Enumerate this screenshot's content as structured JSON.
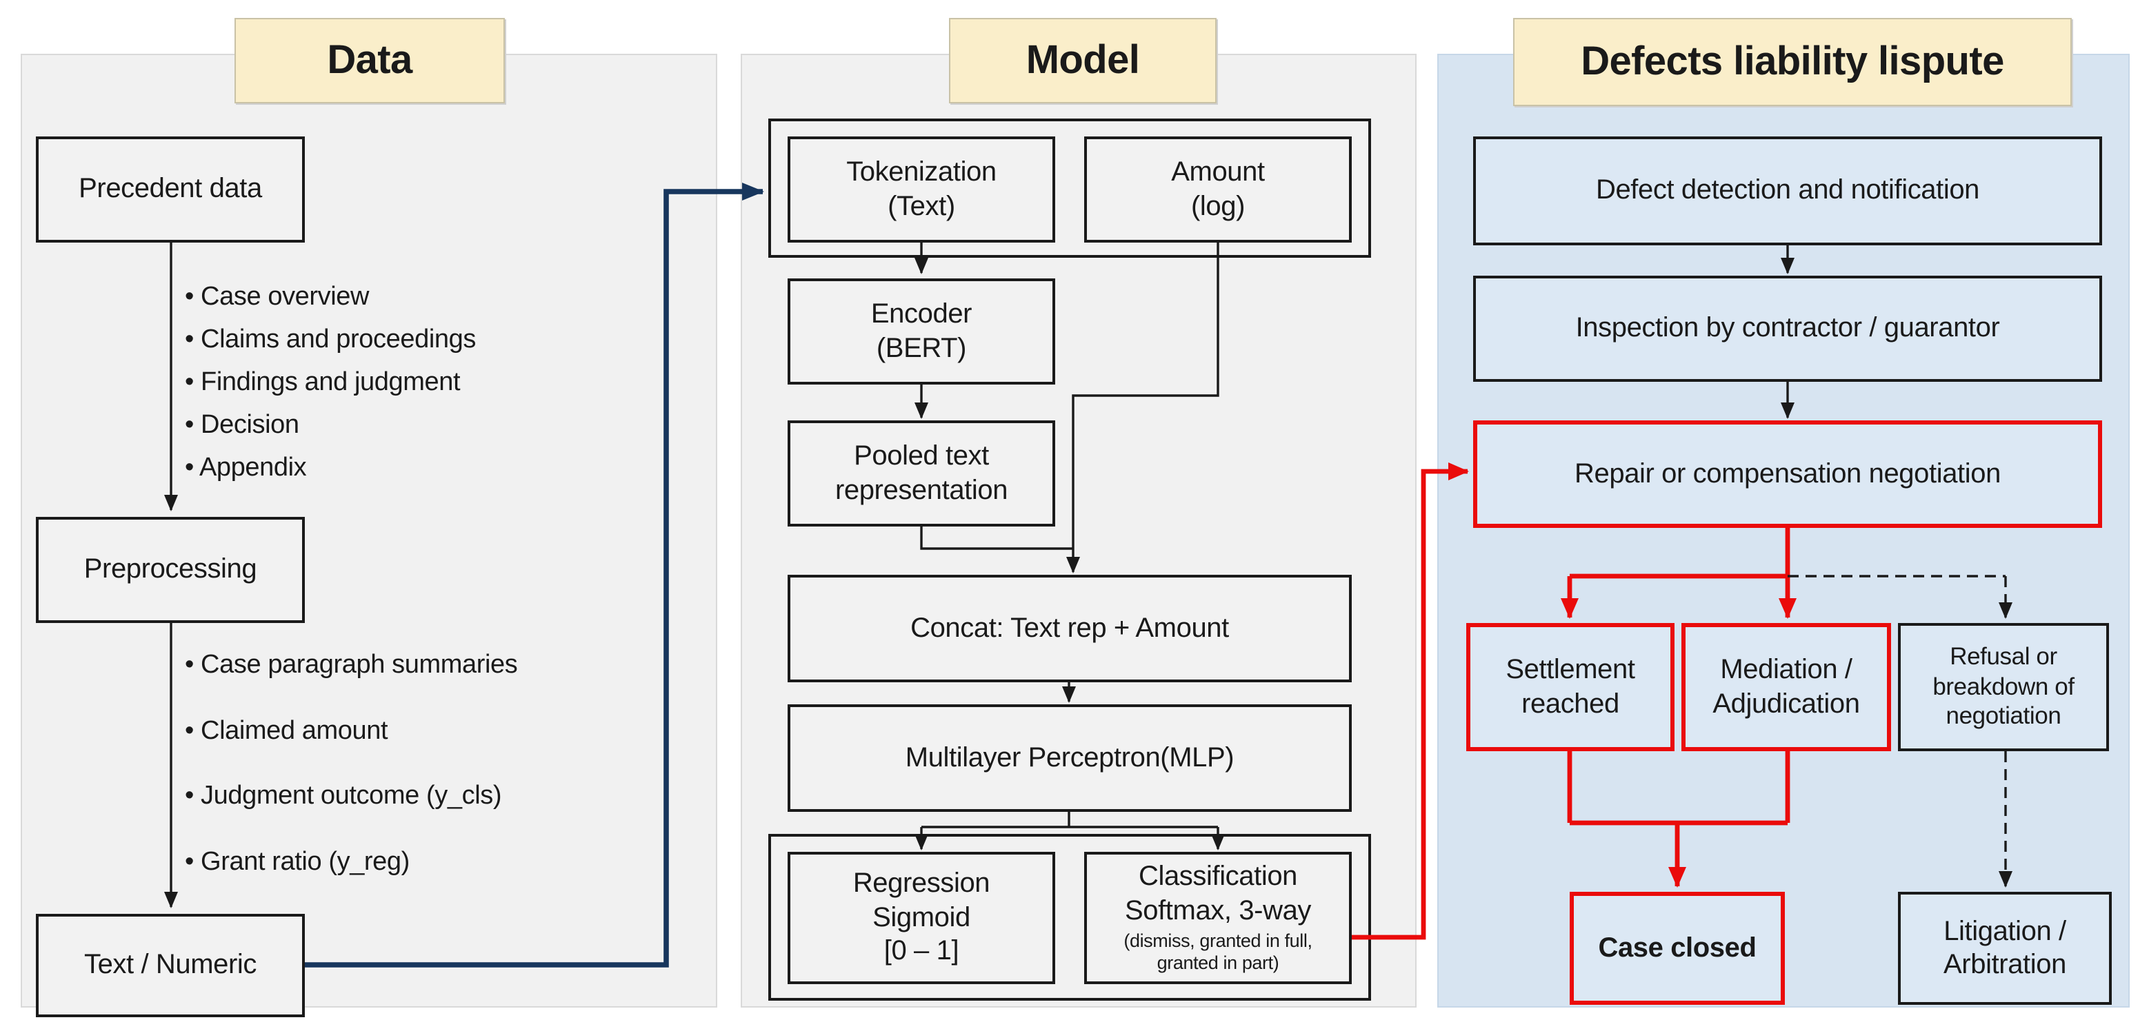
{
  "colors": {
    "panel_gray": "#f1f1f1",
    "panel_gray_border": "#d9d9d9",
    "panel_blue": "#d7e4f1",
    "blue_box_fill": "#dce8f4",
    "gray_box_fill": "#f2f2f2",
    "title_bg": "#faeeca",
    "title_border": "#c9c2a6",
    "ink": "#1a1a1a",
    "red": "#ea0b0b",
    "navy": "#17365d"
  },
  "data_panel": {
    "title": "Data",
    "precedent_box": "Precedent data",
    "bullets1": [
      "• Case overview",
      "• Claims and proceedings",
      "• Findings and judgment",
      "• Decision",
      "• Appendix"
    ],
    "preprocessing_box": "Preprocessing",
    "bullets2": [
      "• Case paragraph summaries",
      "• Claimed amount",
      "• Judgment outcome (y_cls)",
      "• Grant ratio (y_reg)"
    ],
    "text_numeric_box": "Text / Numeric"
  },
  "model_panel": {
    "title": "Model",
    "tokenization_box": "Tokenization\n(Text)",
    "amount_box": "Amount\n(log)",
    "encoder_box": "Encoder\n(BERT)",
    "pooled_box": "Pooled text\nrepresentation",
    "concat_box": "Concat: Text rep + Amount",
    "mlp_box": "Multilayer Perceptron(MLP)",
    "regression_box": "Regression\nSigmoid\n[0 – 1]",
    "classification_box_main": "Classification\nSoftmax, 3-way",
    "classification_box_sub": "(dismiss, granted in full,\ngranted in part)"
  },
  "dispute_panel": {
    "title": "Defects liability lispute",
    "defect_box": "Defect detection and notification",
    "inspection_box": "Inspection by contractor / guarantor",
    "repair_box": "Repair or compensation negotiation",
    "settlement_box": "Settlement\nreached",
    "mediation_box": "Mediation /\nAdjudication",
    "refusal_box": "Refusal or\nbreakdown of\nnegotiation",
    "case_closed_box": "Case closed",
    "litigation_box": "Litigation /\nArbitration"
  }
}
